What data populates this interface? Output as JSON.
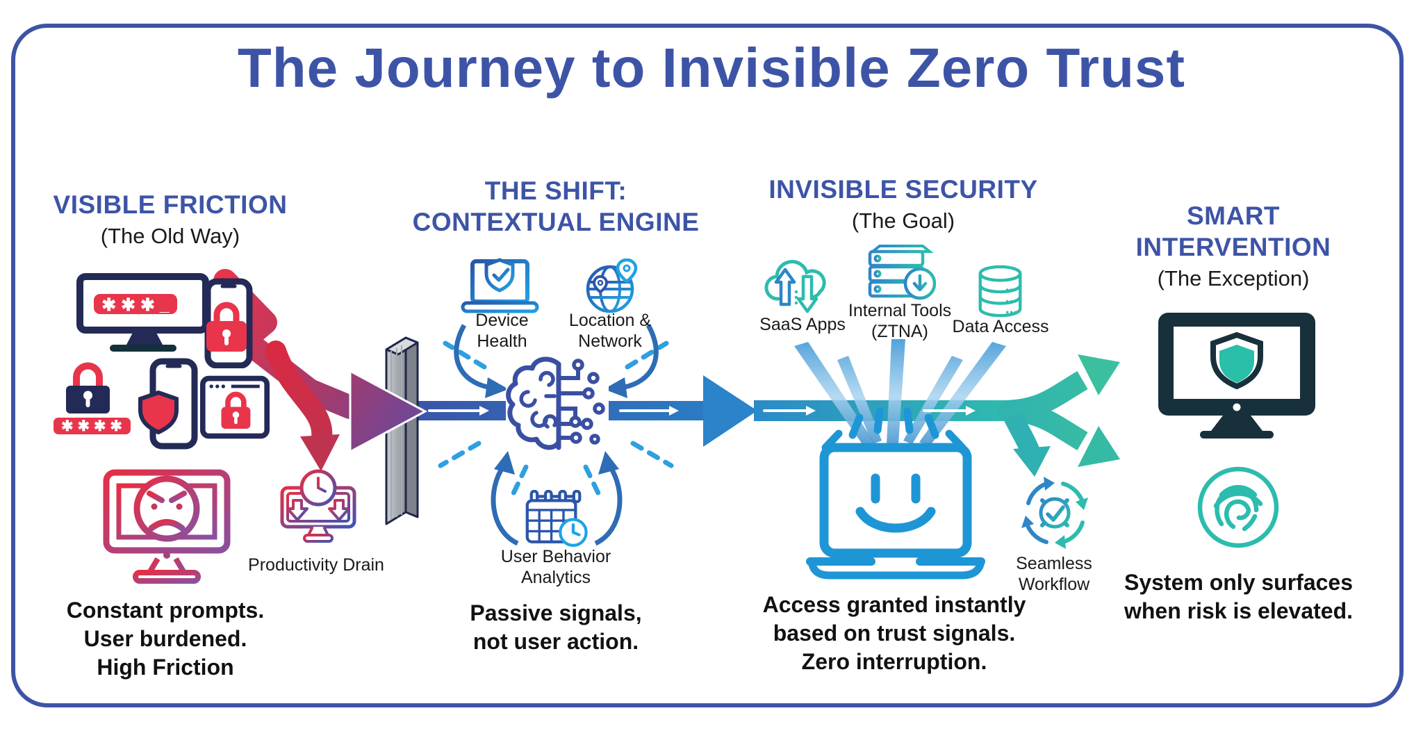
{
  "title": "The Journey to Invisible Zero Trust",
  "sections": {
    "visible_friction": {
      "heading": "VISIBLE FRICTION",
      "subheading": "(The Old Way)",
      "caption_lines": [
        "Constant prompts.",
        "User burdened.",
        "High Friction"
      ],
      "password_mask_monitor": "✱ ✱ ✱ _",
      "password_mask_lock": "✱ ✱ ✱ ✱",
      "productivity_drain_label": "Productivity Drain"
    },
    "contextual_engine": {
      "heading_line1": "THE SHIFT:",
      "heading_line2": "CONTEXTUAL ENGINE",
      "labels": {
        "device_health": "Device Health",
        "location_network": "Location & Network",
        "user_behavior": "User Behavior Analytics"
      },
      "caption_lines": [
        "Passive signals,",
        "not user action."
      ]
    },
    "invisible_security": {
      "heading": "INVISIBLE SECURITY",
      "subheading": "(The Goal)",
      "labels": {
        "saas_apps": "SaaS Apps",
        "internal_tools": "Internal Tools (ZTNA)",
        "data_access": "Data Access",
        "seamless_workflow": "Seamless Workflow"
      },
      "caption_lines": [
        "Access granted instantly",
        "based on trust signals.",
        "Zero interruption."
      ]
    },
    "smart_intervention": {
      "heading_line1": "SMART",
      "heading_line2": "INTERVENTION",
      "subheading": "(The Exception)",
      "caption_lines": [
        "System only surfaces",
        "when risk is elevated."
      ]
    }
  },
  "icons": [
    "monitor-password-icon",
    "phone-lock-icon",
    "lock-password-icon",
    "phone-shield-icon",
    "tablet-lock-icon",
    "sad-monitor-icon",
    "productivity-drain-icon",
    "friction-zigzag-arrow",
    "barrier-wall",
    "device-health-icon",
    "location-network-icon",
    "brain-circuit-icon",
    "user-behavior-calendar-icon",
    "saas-cloud-icon",
    "ztna-server-icon",
    "data-access-icon",
    "happy-laptop-icon",
    "seamless-workflow-icon",
    "fork-arrows",
    "smart-monitor-shield-icon",
    "fingerprint-icon"
  ],
  "colors": {
    "heading_blue": "#3D54A6",
    "alert_red": "#E8354B",
    "navy": "#232A55",
    "bright_blue": "#1E96D6",
    "teal": "#2CBCAE",
    "dark_slate": "#17303B",
    "text_black": "#1A1A1A"
  }
}
